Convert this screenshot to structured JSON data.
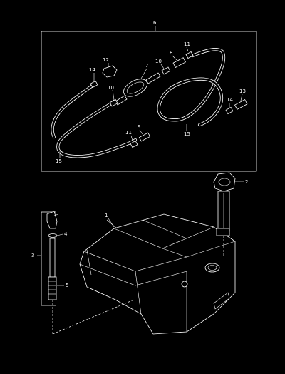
{
  "colors": {
    "background": "#000000",
    "ink": "#ffffff"
  },
  "callouts": {
    "c1": "1",
    "c2": "2",
    "c3": "3",
    "c4": "4",
    "c5": "5",
    "c6": "6",
    "c7": "7",
    "c8": "8",
    "c9": "9",
    "c10a": "10",
    "c10b": "10",
    "c11a": "11",
    "c11b": "11",
    "c12": "12",
    "c13": "13",
    "c14a": "14",
    "c14b": "14",
    "c15a": "15",
    "c15b": "15"
  }
}
